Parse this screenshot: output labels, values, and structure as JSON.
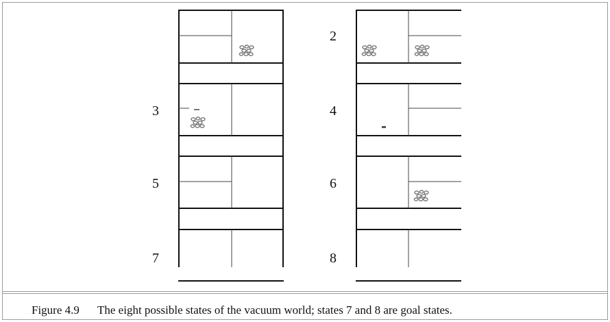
{
  "state_labels": {
    "s2": "2",
    "s3": "3",
    "s4": "4",
    "s5": "5",
    "s6": "6",
    "s7": "7",
    "s8": "8"
  },
  "caption": {
    "figure": "Figure 4.9",
    "text": "The eight possible states of the vacuum world; states 7 and 8 are goal states."
  },
  "colors": {
    "line": "#111111",
    "thin_line": "#444444",
    "dirt": "#777777",
    "frame": "#9a9a9a"
  }
}
